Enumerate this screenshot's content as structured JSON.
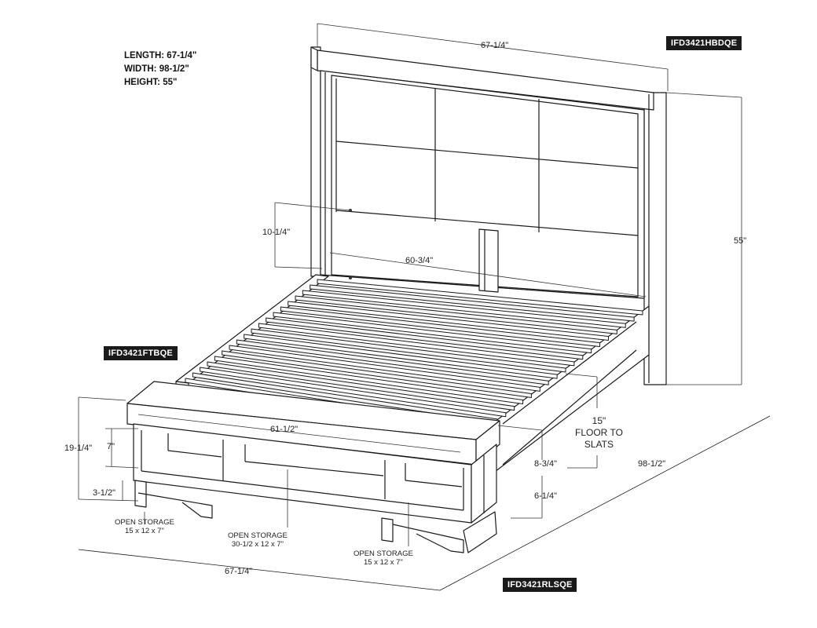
{
  "specs": {
    "length": "LENGTH: 67-1/4\"",
    "width": "WIDTH: 98-1/2\"",
    "height": "HEIGHT: 55\""
  },
  "part_labels": {
    "headboard": "IFD3421HBDQE",
    "footboard": "IFD3421FTBQE",
    "rails": "IFD3421RLSQE"
  },
  "dimensions": {
    "headboard_width": "67-1/4\"",
    "height": "55\"",
    "panel_height": "10-1/4\"",
    "inner_width": "60-3/4\"",
    "bench_width": "61-1/2\"",
    "footboard_height": "19-1/4\"",
    "storage_height": "7\"",
    "leg_height": "3-1/2\"",
    "rail_clear": "8-3/4\"",
    "rail_clear_low": "6-1/4\"",
    "length": "98-1/2\"",
    "front_width": "67-1/4\""
  },
  "floor_to_slats": {
    "value": "15\"",
    "line1": "FLOOR TO",
    "line2": "SLATS"
  },
  "storage": {
    "left": {
      "label": "OPEN STORAGE",
      "size": "15 x 12 x 7\""
    },
    "center": {
      "label": "OPEN STORAGE",
      "size": "30-1/2 x 12 x 7\""
    },
    "right": {
      "label": "OPEN STORAGE",
      "size": "15 x 12 x 7\""
    }
  }
}
